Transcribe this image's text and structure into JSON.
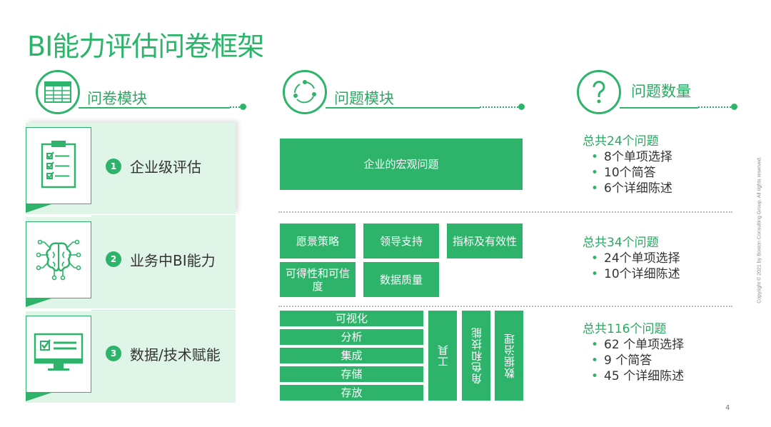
{
  "title": "BI能力评估问卷框架",
  "headers": {
    "modules": "问卷模块",
    "question_modules": "问题模块",
    "question_count": "问题数量"
  },
  "modules": [
    {
      "num": "1",
      "name": "企业级评估",
      "icon": "clipboard-checklist-icon"
    },
    {
      "num": "2",
      "name": "业务中BI能力",
      "icon": "brain-circuit-icon"
    },
    {
      "num": "3",
      "name": "数据/技术赋能",
      "icon": "monitor-checklist-icon"
    }
  ],
  "blocks": {
    "macro": "企业的宏观问题",
    "vision": "愿景策略",
    "leadership": "领导支持",
    "metrics": "指标及有效性",
    "availability": "可得性和可信度",
    "quality": "数据质量",
    "visualization": "可视化",
    "analysis": "分析",
    "integration": "集成",
    "storage": "存储",
    "hosting": "存放",
    "tools": "工具",
    "roles": "角色和技能",
    "governance": "数据治理"
  },
  "counts": [
    {
      "total": "总共24个问题",
      "items": [
        "8个单项选择",
        "10个简答",
        "6个详细陈述"
      ]
    },
    {
      "total": "总共34个问题",
      "items": [
        "24个单项选择",
        "10个详细陈述"
      ]
    },
    {
      "total": "总共116个问题",
      "items": [
        "62 个单项选择",
        "9 个简答",
        "45 个详细陈述"
      ]
    }
  ],
  "copyright": "Copyright © 2021 by Boston Consulting Group. All rights reserved.",
  "page_number": "4",
  "colors": {
    "accent": "#2db46a",
    "band": "#dff5e8"
  }
}
